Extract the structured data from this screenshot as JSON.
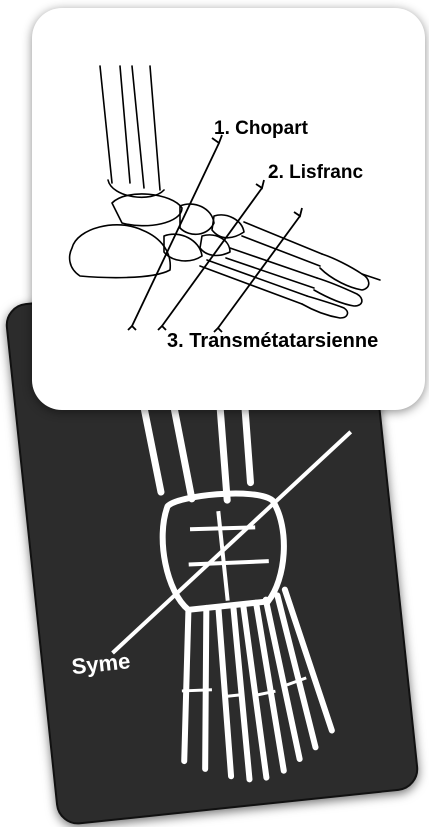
{
  "labels": {
    "chopart": "1. Chopart",
    "lisfranc": "2. Lisfranc",
    "transmetatarsienne": "3. Transmétatarsienne",
    "syme": "Syme"
  },
  "colors": {
    "card_white": "#ffffff",
    "xray_background": "#2c2c2c",
    "bone_white": "#ffffff",
    "line_black": "#000000"
  }
}
